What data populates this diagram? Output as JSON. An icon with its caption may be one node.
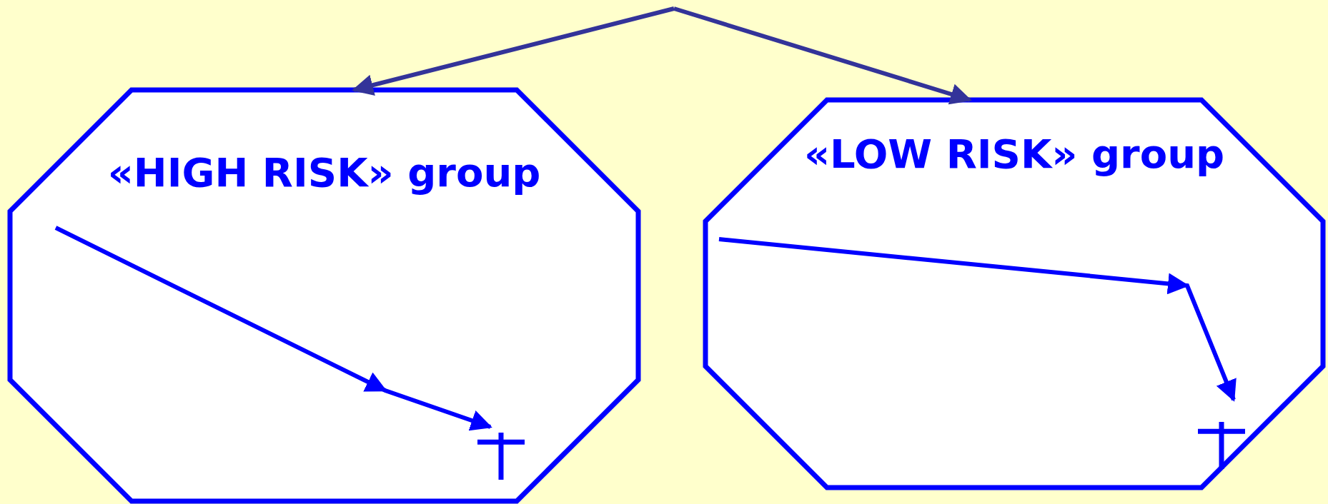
{
  "diagram": {
    "nodes": [
      {
        "text": [
          "«HIGH RISK» group"
        ]
      },
      {
        "text": [
          "«LOW RISK» group"
        ]
      },
      {
        "text": [],
        "shape": "cross",
        "in": 0
      },
      {
        "text": [],
        "shape": "cross",
        "in": 1
      }
    ],
    "edges": [
      {
        "from": null,
        "to": 0,
        "arrow": "to",
        "color": "#333399"
      },
      {
        "from": null,
        "to": 1,
        "arrow": "to",
        "color": "#333399"
      },
      {
        "from": null,
        "to": 2,
        "arrow": "to",
        "color": "#0000ff"
      },
      {
        "from": null,
        "to": 3,
        "arrow": "to",
        "color": "#0000ff"
      }
    ]
  }
}
